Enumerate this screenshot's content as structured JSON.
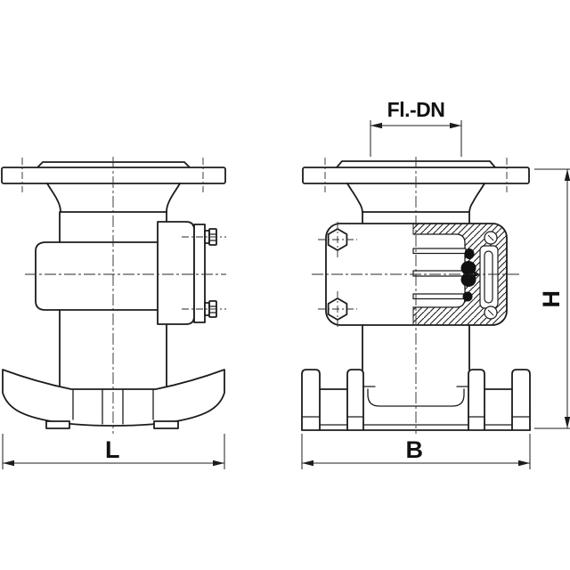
{
  "drawing": {
    "labels": {
      "flange_dn": "Fl.-DN",
      "height": "H",
      "length": "L",
      "width": "B"
    },
    "colors": {
      "background": "#ffffff",
      "line": "#1c1c1c",
      "seal_fill": "#111111"
    }
  }
}
